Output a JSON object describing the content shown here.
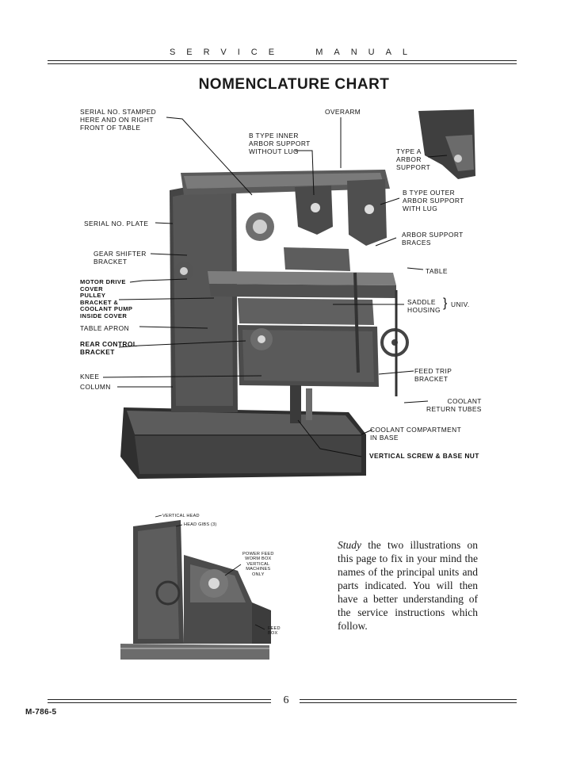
{
  "header": {
    "running_left": "SERVICE",
    "running_right": "MANUAL"
  },
  "title": "NOMENCLATURE CHART",
  "main_figure": {
    "labels": {
      "serial_stamp": "SERIAL NO. STAMPED\nHERE AND ON RIGHT\nFRONT OF TABLE",
      "overarm": "OVERARM",
      "b_inner": "B TYPE INNER\nARBOR SUPPORT\nWITHOUT LUG",
      "type_a": "TYPE A\nARBOR\nSUPPORT",
      "b_outer": "B TYPE OUTER\nARBOR SUPPORT\nWITH LUG",
      "serial_plate": "SERIAL NO. PLATE",
      "arbor_braces": "ARBOR SUPPORT\nBRACES",
      "gear_shifter": "GEAR SHIFTER\nBRACKET",
      "table": "TABLE",
      "motor_drive": "MOTOR DRIVE\nCOVER\nPULLEY\nBRACKET &\nCOOLANT PUMP\nINSIDE COVER",
      "saddle": "SADDLE",
      "housing": "HOUSING",
      "univ": "UNIV.",
      "table_apron": "TABLE APRON",
      "rear_control": "REAR CONTROL\nBRACKET",
      "knee": "KNEE",
      "column": "COLUMN",
      "feed_trip": "FEED TRIP\nBRACKET",
      "coolant_return": "COOLANT\nRETURN TUBES",
      "coolant_compartment": "COOLANT COMPARTMENT\nIN BASE",
      "vertical_screw": "VERTICAL SCREW & BASE NUT"
    }
  },
  "secondary_figure": {
    "labels": {
      "vertical_head": "VERTICAL HEAD",
      "head_gibs": "HEAD GIBS (3)",
      "power_feed": "POWER FEED\nWORM BOX\nVERTICAL\nMACHINES\nONLY",
      "feed_box": "FEED\nBOX"
    }
  },
  "paragraph": {
    "lead": "Study",
    "body": " the two illustrations on this page to fix in your mind the names of the principal units and parts indicated. You will then have a better understanding of the service instructions which follow."
  },
  "footer": {
    "page_number": "6",
    "code": "M-786-5"
  },
  "colors": {
    "ink": "#1a1a1a",
    "machine_dark": "#3a3a3a",
    "machine_mid": "#6b6b6b",
    "machine_light": "#9a9a9a"
  }
}
